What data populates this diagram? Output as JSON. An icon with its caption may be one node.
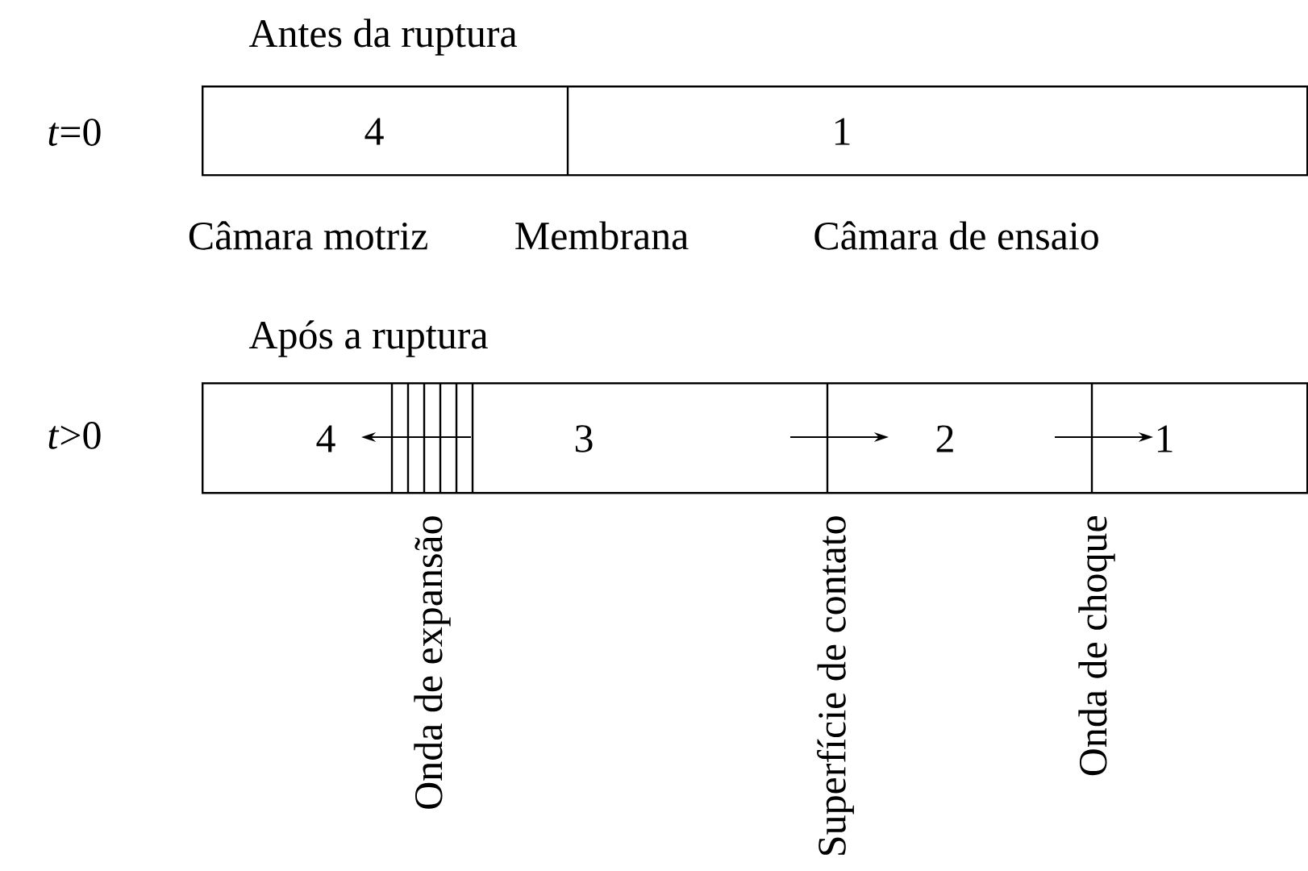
{
  "diagram": {
    "nodes": [
      {
        "text": [
          "4",
          "1"
        ]
      },
      {
        "text": [
          "4",
          "3",
          "2",
          "1"
        ]
      }
    ],
    "labels": [
      "Antes da ruptura",
      "*t*=0",
      "Câmara motriz",
      "Membrana",
      "Câmara de ensaio",
      "Após a ruptura",
      "*t*>0",
      "Onda de expansão",
      "Superfície de contato",
      "Onda de choque"
    ]
  }
}
